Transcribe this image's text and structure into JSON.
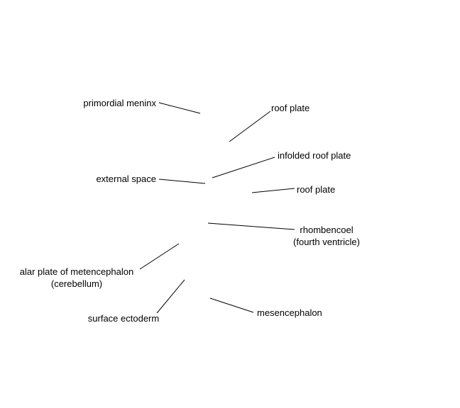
{
  "labels": {
    "primordial_meninx": "primordial meninx",
    "roof_plate_top": "roof plate",
    "infolded_roof_plate": "infolded roof plate",
    "external_space": "external space",
    "roof_plate_mid": "roof plate",
    "rhombencoel_line1": "rhombencoel",
    "rhombencoel_line2": "(fourth ventricle)",
    "alar_plate_line1": "alar plate of metencephalon",
    "alar_plate_line2": "(cerebellum)",
    "surface_ectoderm": "surface ectoderm",
    "mesencephalon": "mesencephalon"
  },
  "colors": {
    "background": "#ffffff",
    "text": "#000000",
    "leader_lines": "#000000"
  }
}
